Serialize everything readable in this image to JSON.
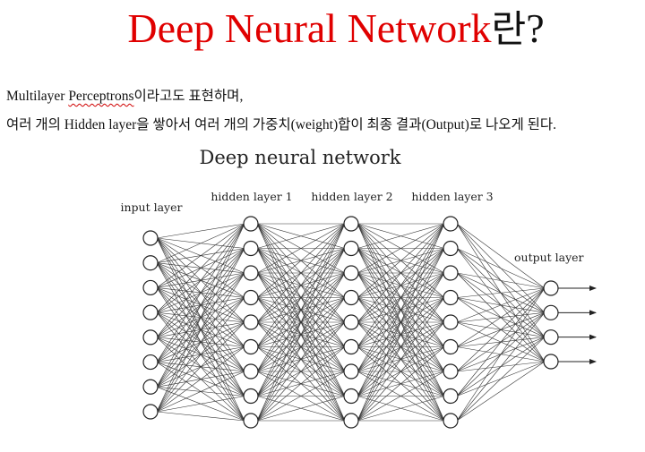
{
  "slide": {
    "title_main": "Deep Neural Network",
    "title_suffix": "란",
    "title_q": "?",
    "line1_a": "Multilayer ",
    "line1_b": "Perceptrons",
    "line1_c": "이라고도 표현하며,",
    "line2": "여러 개의 Hidden layer을 쌓아서 여러 개의 가중치(weight)합이 최종 결과(Output)로 나오게 된다."
  },
  "diagram": {
    "title": "Deep neural network",
    "layers": [
      {
        "label": "input layer",
        "nodes": 8
      },
      {
        "label": "hidden layer 1",
        "nodes": 9
      },
      {
        "label": "hidden layer 2",
        "nodes": 9
      },
      {
        "label": "hidden layer 3",
        "nodes": 9
      },
      {
        "label": "output layer",
        "nodes": 4
      }
    ],
    "colors": {
      "line": "#333333",
      "node_fill": "#ffffff",
      "node_stroke": "#222222"
    }
  }
}
